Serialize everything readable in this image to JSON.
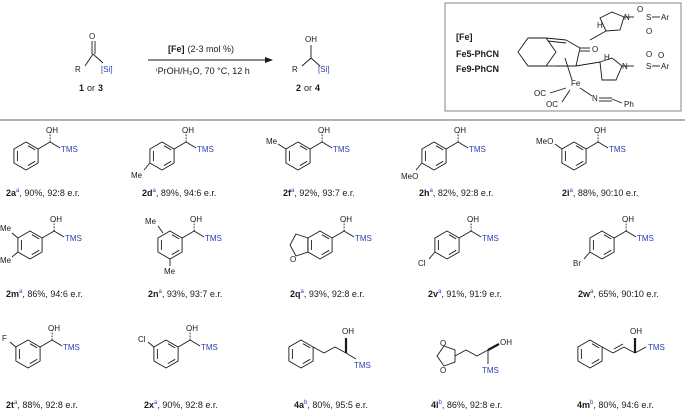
{
  "scheme": {
    "reactant_group": "[Si]",
    "reactant_R": "R",
    "reactant_O": "O",
    "reactant_label_a": "1",
    "reactant_label_or": "or",
    "reactant_label_b": "3",
    "conditions_top_cat": "[Fe]",
    "conditions_top_rest": "(2-3 mol %)",
    "conditions_bottom": "ⁱPrOH/H₂O, 70 °C, 12 h",
    "product_OH": "OH",
    "product_group": "[Si]",
    "product_R": "R",
    "product_label_a": "2",
    "product_label_or": "or",
    "product_label_b": "4"
  },
  "catalyst_box": {
    "title": "[Fe]",
    "names": [
      "Fe5-PhCN",
      "Fe9-PhCN"
    ],
    "atoms": {
      "N1": "N",
      "S1": "S",
      "Ar1": "Ar",
      "O1a": "O",
      "O1b": "O",
      "H1": "H",
      "carbonyl_O": "O",
      "H2": "H",
      "N2": "N",
      "S2": "S",
      "Ar2": "Ar",
      "O2a": "O",
      "O2b": "O",
      "Fe": "Fe",
      "OC1": "OC",
      "OC2": "OC",
      "N3": "N",
      "Ph": "Ph"
    }
  },
  "compounds": [
    {
      "id": "2a",
      "sup": "a",
      "text": ", 90%, 92:8 e.r.",
      "si": "TMS",
      "oh": "OH",
      "sub": "",
      "sub2": ""
    },
    {
      "id": "2d",
      "sup": "a",
      "text": ", 89%, 94:6 e.r.",
      "si": "TMS",
      "oh": "OH",
      "sub": "Me",
      "sub2": ""
    },
    {
      "id": "2f",
      "sup": "a",
      "text": ", 92%, 93:7 e.r.",
      "si": "TMS",
      "oh": "OH",
      "sub": "Me",
      "sub2": ""
    },
    {
      "id": "2h",
      "sup": "a",
      "text": ", 82%, 92:8 e.r.",
      "si": "TMS",
      "oh": "OH",
      "sub": "MeO",
      "sub2": ""
    },
    {
      "id": "2i",
      "sup": "a",
      "text": ", 88%, 90:10 e.r.",
      "si": "TMS",
      "oh": "OH",
      "sub": "MeO",
      "sub2": ""
    },
    {
      "id": "2m",
      "sup": "a",
      "text": ", 86%, 94:6 e.r.",
      "si": "TMS",
      "oh": "OH",
      "sub": "Me",
      "sub2": "Me"
    },
    {
      "id": "2n",
      "sup": "a",
      "text": ", 93%, 93:7 e.r.",
      "si": "TMS",
      "oh": "OH",
      "sub": "Me",
      "sub2": "Me"
    },
    {
      "id": "2q",
      "sup": "a",
      "text": ", 93%, 92:8 e.r.",
      "si": "TMS",
      "oh": "OH",
      "sub": "O",
      "sub2": ""
    },
    {
      "id": "2v",
      "sup": "a",
      "text": ", 91%, 91:9 e.r.",
      "si": "TMS",
      "oh": "OH",
      "sub": "Cl",
      "sub2": ""
    },
    {
      "id": "2w",
      "sup": "a",
      "text": ", 65%, 90:10 e.r.",
      "si": "TMS",
      "oh": "OH",
      "sub": "Br",
      "sub2": ""
    },
    {
      "id": "2t",
      "sup": "a",
      "text": ", 88%, 92:8 e.r.",
      "si": "TMS",
      "oh": "OH",
      "sub": "F",
      "sub2": ""
    },
    {
      "id": "2x",
      "sup": "a",
      "text": ", 90%, 92:8 e.r.",
      "si": "TMS",
      "oh": "OH",
      "sub": "Cl",
      "sub2": ""
    },
    {
      "id": "4a",
      "sup": "b",
      "text": ", 80%, 95:5 e.r.",
      "si": "TMS",
      "oh": "OH",
      "sub": "",
      "sub2": ""
    },
    {
      "id": "4l",
      "sup": "b",
      "text": ", 86%, 92:8 e.r.",
      "si": "TMS",
      "oh": "OH",
      "sub": "O",
      "sub2": "O"
    },
    {
      "id": "4m",
      "sup": "b",
      "text": ", 80%, 94:6 e.r.",
      "si": "TMS",
      "oh": "OH",
      "sub": "",
      "sub2": ""
    }
  ],
  "colors": {
    "silicon": "#2a3fb0",
    "ink": "#1a1a1a",
    "rule": "#999999",
    "box": "#777777"
  }
}
